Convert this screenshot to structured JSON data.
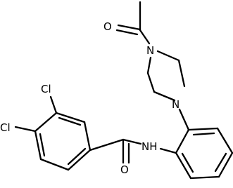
{
  "atoms": {
    "oxygen_acetyl": "O",
    "nitrogen_acetyl": "N",
    "nitrogen_aryl": "N",
    "chlorine_3": "Cl",
    "chlorine_4": "Cl",
    "amide_nh": "NH",
    "oxygen_amide": "O"
  }
}
